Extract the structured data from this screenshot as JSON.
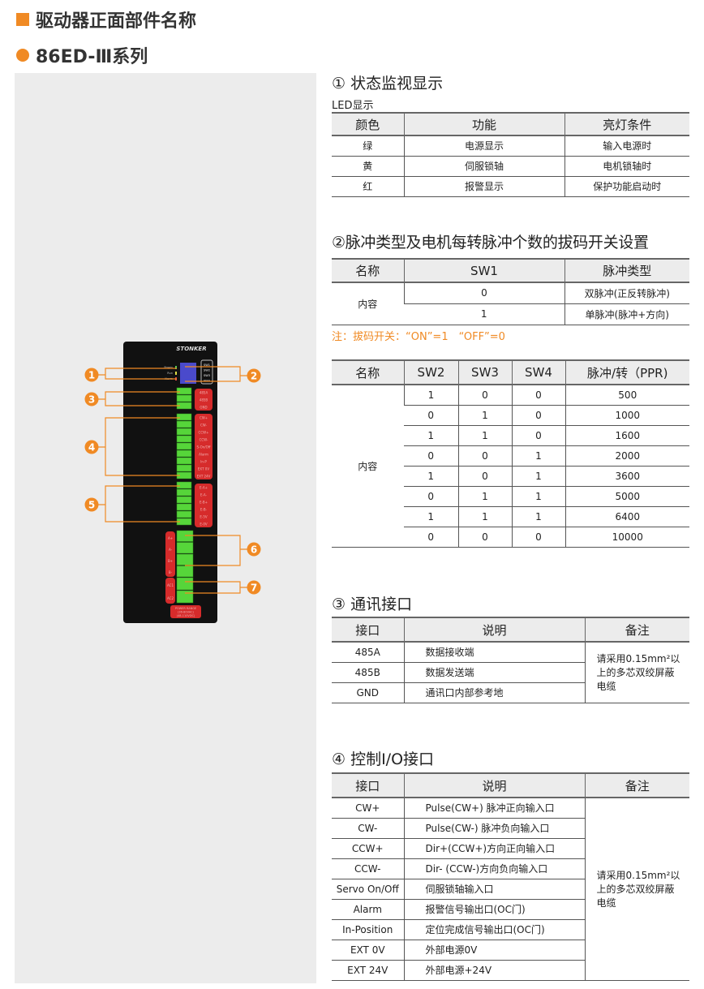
{
  "header": {
    "title": "驱动器正面部件名称",
    "series": "86ED-Ⅲ系列"
  },
  "colors": {
    "accent": "#f08a24",
    "connector": "#56d53a",
    "label_red": "#d62b2b",
    "device": "#111111"
  },
  "driver": {
    "brand": "STONKER",
    "leds": [
      "Power",
      "Run",
      "Alarm"
    ],
    "switches": [
      "SW1",
      "SW2",
      "SW3",
      "SW4"
    ],
    "comm_labels": [
      "485A",
      "485B",
      "GND"
    ],
    "io_labels": [
      "CW+",
      "CW-",
      "CCW+",
      "CCW-",
      "S-On/Off",
      "Alarm",
      "In-P",
      "EXT 0V",
      "EXT 24V"
    ],
    "encoder_labels": [
      "E-A+",
      "E-A-",
      "E-B+",
      "E-B-",
      "E-5V",
      "E-0V"
    ],
    "motor_labels": [
      "A+",
      "A-",
      "B+",
      "B-"
    ],
    "power_labels": [
      "AC1",
      "AC2"
    ],
    "power_range": [
      "POWER RANGE",
      "(36-80VAC)",
      "(48-110VDC)"
    ],
    "callouts": [
      "1",
      "2",
      "3",
      "4",
      "5",
      "6",
      "7"
    ]
  },
  "s1": {
    "title": "① 状态监视显示",
    "sub": "LED显示",
    "headers": [
      "颜色",
      "功能",
      "亮灯条件"
    ],
    "rows": [
      [
        "绿",
        "电源显示",
        "输入电源时"
      ],
      [
        "黄",
        "伺服锁轴",
        "电机锁轴时"
      ],
      [
        "红",
        "报警显示",
        "保护功能启动时"
      ]
    ]
  },
  "s2": {
    "title": "②脉冲类型及电机每转脉冲个数的拔码开关设置",
    "headers": [
      "名称",
      "SW1",
      "脉冲类型"
    ],
    "row_label": "内容",
    "rows": [
      [
        "0",
        "双脉冲(正反转脉冲)"
      ],
      [
        "1",
        "单脉冲(脉冲+方向)"
      ]
    ],
    "note": "注：拔码开关：“ON”=1　“OFF”=0"
  },
  "s2b": {
    "headers": [
      "名称",
      "SW2",
      "SW3",
      "SW4",
      "脉冲/转（PPR)"
    ],
    "row_label": "内容",
    "rows": [
      [
        "1",
        "0",
        "0",
        "500"
      ],
      [
        "0",
        "1",
        "0",
        "1000"
      ],
      [
        "1",
        "1",
        "0",
        "1600"
      ],
      [
        "0",
        "0",
        "1",
        "2000"
      ],
      [
        "1",
        "0",
        "1",
        "3600"
      ],
      [
        "0",
        "1",
        "1",
        "5000"
      ],
      [
        "1",
        "1",
        "1",
        "6400"
      ],
      [
        "0",
        "0",
        "0",
        "10000"
      ]
    ]
  },
  "s3": {
    "title": "③ 通讯接口",
    "headers": [
      "接口",
      "说明",
      "备注"
    ],
    "rows": [
      [
        "485A",
        "数据接收端"
      ],
      [
        "485B",
        "数据发送端"
      ],
      [
        "GND",
        "通讯口内部参考地"
      ]
    ],
    "remark": "请采用0.15mm²以上的多芯双绞屏蔽电缆"
  },
  "s4": {
    "title": "④ 控制I/O接口",
    "headers": [
      "接口",
      "说明",
      "备注"
    ],
    "rows": [
      [
        "CW+",
        "Pulse(CW+) 脉冲正向输入口"
      ],
      [
        "CW-",
        "Pulse(CW-) 脉冲负向输入口"
      ],
      [
        "CCW+",
        "Dir+(CCW+)方向正向输入口"
      ],
      [
        "CCW-",
        "Dir- (CCW-)方向负向输入口"
      ],
      [
        "Servo On/Off",
        "伺服锁轴输入口"
      ],
      [
        "Alarm",
        "报警信号输出口(OC门)"
      ],
      [
        "In-Position",
        "定位完成信号输出口(OC门)"
      ],
      [
        "EXT 0V",
        "外部电源0V"
      ],
      [
        "EXT 24V",
        "外部电源+24V"
      ]
    ],
    "remark": "请采用0.15mm²以上的多芯双绞屏蔽电缆"
  }
}
